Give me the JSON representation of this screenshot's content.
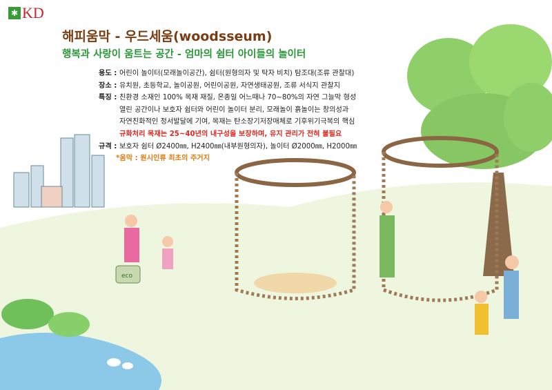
{
  "logo": {
    "text": "KD"
  },
  "title": "해피움막 - 우드세움(woodsseum)",
  "subtitle": "행복과 사랑이 움트는 공간 - 엄마의 쉼터 아이들의 놀이터",
  "info": {
    "usage": {
      "label": "용도 :",
      "value": "어린이 놀이터(모래놀이공간), 쉼터(원형의자 및 탁자 비치) 탐조대(조류 관찰대)"
    },
    "place": {
      "label": "장소 :",
      "value": "유치원, 초등학교, 놀이공원, 어린이공원, 자연생태공원, 조류 서식지 관찰지"
    },
    "features": {
      "label": "특징 :",
      "lines": [
        "친환경 소재인 100% 목재 재질, 온종일 어느때나 70~80%의 자연 그늘막 형성",
        "열린 공간이나 보호자 쉼터와 어린이 놀이터 분리, 모래놀이 흙놀이는 창의성과",
        "자연친화적인 정서발달에 기여, 목재는 탄소장기저장매체로 기후위기극복의 핵심"
      ],
      "highlight": "규화처리 목재는 25~40년의 내구성을 보장하며, 유지 관리가 전혀 불필요"
    },
    "spec": {
      "label": "규격 :",
      "value": "보호자 쉼터 Ø2400㎜, H2400㎜(내부원형의자), 놀이터 Ø2000㎜, H2000㎜"
    },
    "note": "*움막 : 원시인류 최초의 주거지"
  },
  "illustration": {
    "basket_label": "eco"
  },
  "colors": {
    "title": "#7a3c12",
    "subtitle": "#2a9638",
    "highlight": "#e0271f",
    "note": "#e07a10",
    "logo": "#c0282c"
  }
}
